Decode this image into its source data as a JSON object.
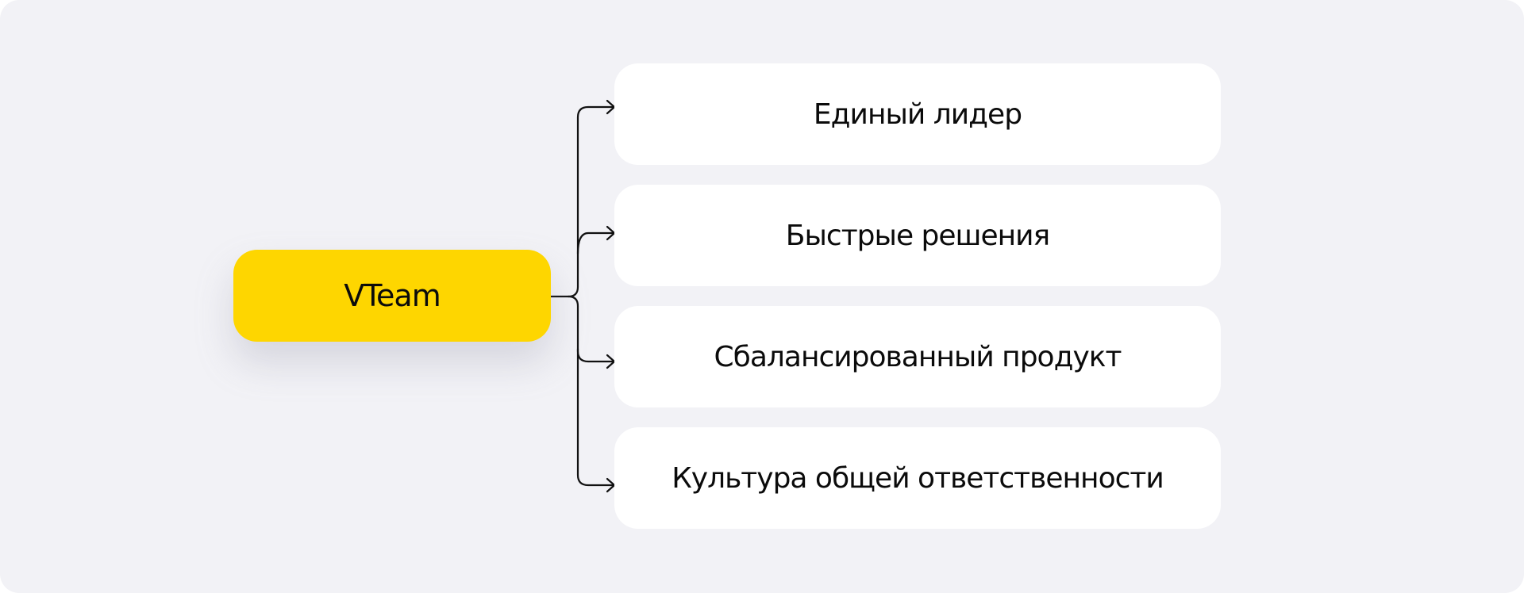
{
  "diagram": {
    "root": {
      "label": "VTeam"
    },
    "children": [
      {
        "label": "Единый лидер"
      },
      {
        "label": "Быстрые решения"
      },
      {
        "label": "Сбалансированный продукт"
      },
      {
        "label": "Культура общей ответственности"
      }
    ]
  },
  "colors": {
    "canvas_background": "#f2f2f6",
    "root_fill": "#fed600",
    "child_fill": "#ffffff",
    "connector_stroke": "#111111",
    "text": "#0b0b0b"
  }
}
